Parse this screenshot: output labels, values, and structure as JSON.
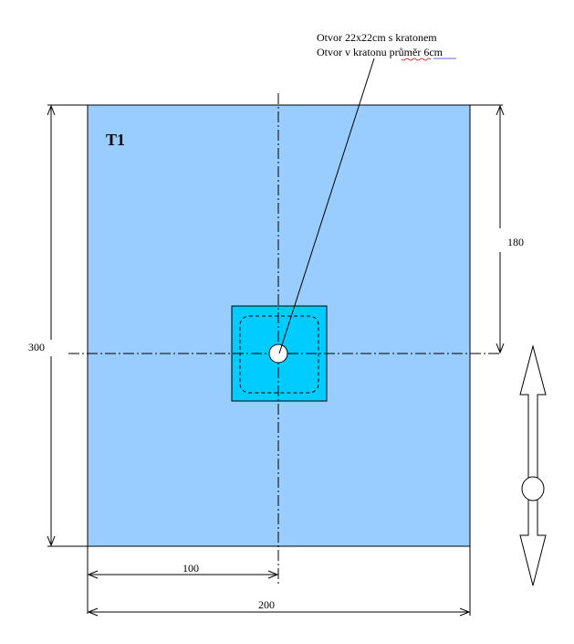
{
  "sheet": {
    "label": "T1",
    "fill": "#99ccff",
    "reinforcement_fill": "#00ccff"
  },
  "callout": {
    "line1": "Otvor 22x22cm s kratonem",
    "line2_start": "Otvor v kratonu ",
    "line2_word1": "průměr",
    "line2_space": " ",
    "line2_word2": "6cm"
  },
  "dimensions": {
    "height_total": "300",
    "height_to_center": "180",
    "width_to_center": "100",
    "width_total": "200"
  },
  "icons": {
    "orientation": "double-arrow-icon"
  }
}
